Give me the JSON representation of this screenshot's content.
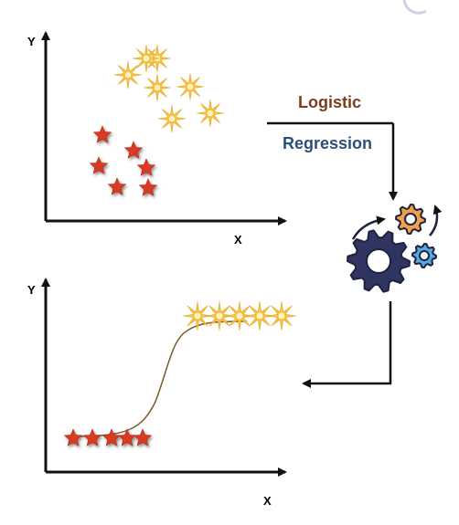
{
  "title": {
    "line1": "Logistic",
    "line2": "Regression",
    "line1_color": "#7a3d1e",
    "line2_color": "#2a4f78"
  },
  "top_plot": {
    "x_label": "X",
    "y_label": "Y",
    "yellow_star_count": 7,
    "red_star_count": 6
  },
  "bottom_plot": {
    "x_label": "X",
    "y_label": "Y",
    "yellow_star_count": 5,
    "red_star_count": 5
  },
  "icon": "gears-icon",
  "colors": {
    "red_star": "#d83a22",
    "yellow_star": "#f5c341",
    "gear_dark": "#2f3560",
    "gear_orange": "#f0a04a",
    "gear_blue": "#57a7e0",
    "curve": "#7a5a2a",
    "axis": "#111111"
  }
}
